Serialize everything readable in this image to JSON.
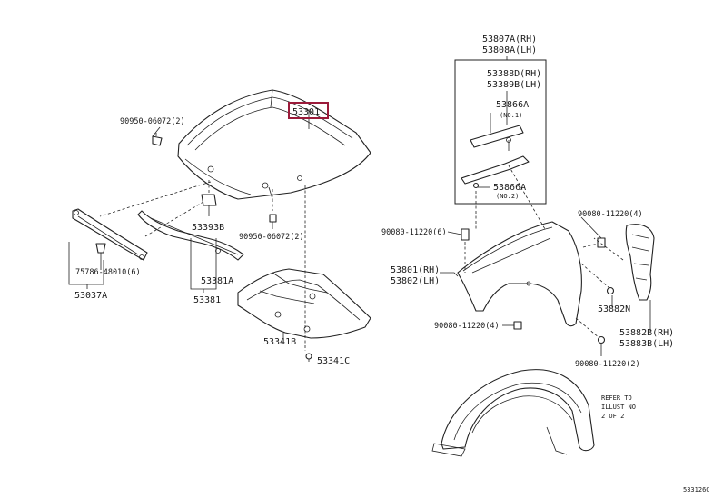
{
  "parts": {
    "hood": "53301",
    "bolt_hood_left": "90950-06072(2)",
    "bolt_hood_bottom": "90950-06072(2)",
    "hood_bumper": "53393B",
    "seal_clip": "75786-48010(6)",
    "seal": "53037A",
    "hood_seal_a": "53381A",
    "hood_seal": "53381",
    "insulator": "53341B",
    "insulator_clip": "53341C",
    "bracket_rh": "53807A(RH)",
    "bracket_lh": "53808A(LH)",
    "fender_seal_rh": "53388D(RH)",
    "fender_seal_lh": "53389B(LH)",
    "cushion_no1": "53866A",
    "cushion_no1_note": "(NO.1)",
    "cushion_no2": "53866A",
    "cushion_no2_note": "(NO.2)",
    "bolt_fender_left": "90080-11220(6)",
    "bolt_fender_right": "90080-11220(4)",
    "fender_rh": "53801(RH)",
    "fender_lh": "53802(LH)",
    "bolt_fender_bottom": "90080-11220(4)",
    "splash_shield": "53882N",
    "liner_rh": "53882B(RH)",
    "liner_lh": "53883B(LH)",
    "bolt_liner": "90080-11220(2)",
    "refer_note_1": "REFER TO",
    "refer_note_2": "ILLUST NO",
    "refer_note_3": "2 OF 2",
    "figure_id": "533126C"
  },
  "highlight_color": "#9b1b3a"
}
